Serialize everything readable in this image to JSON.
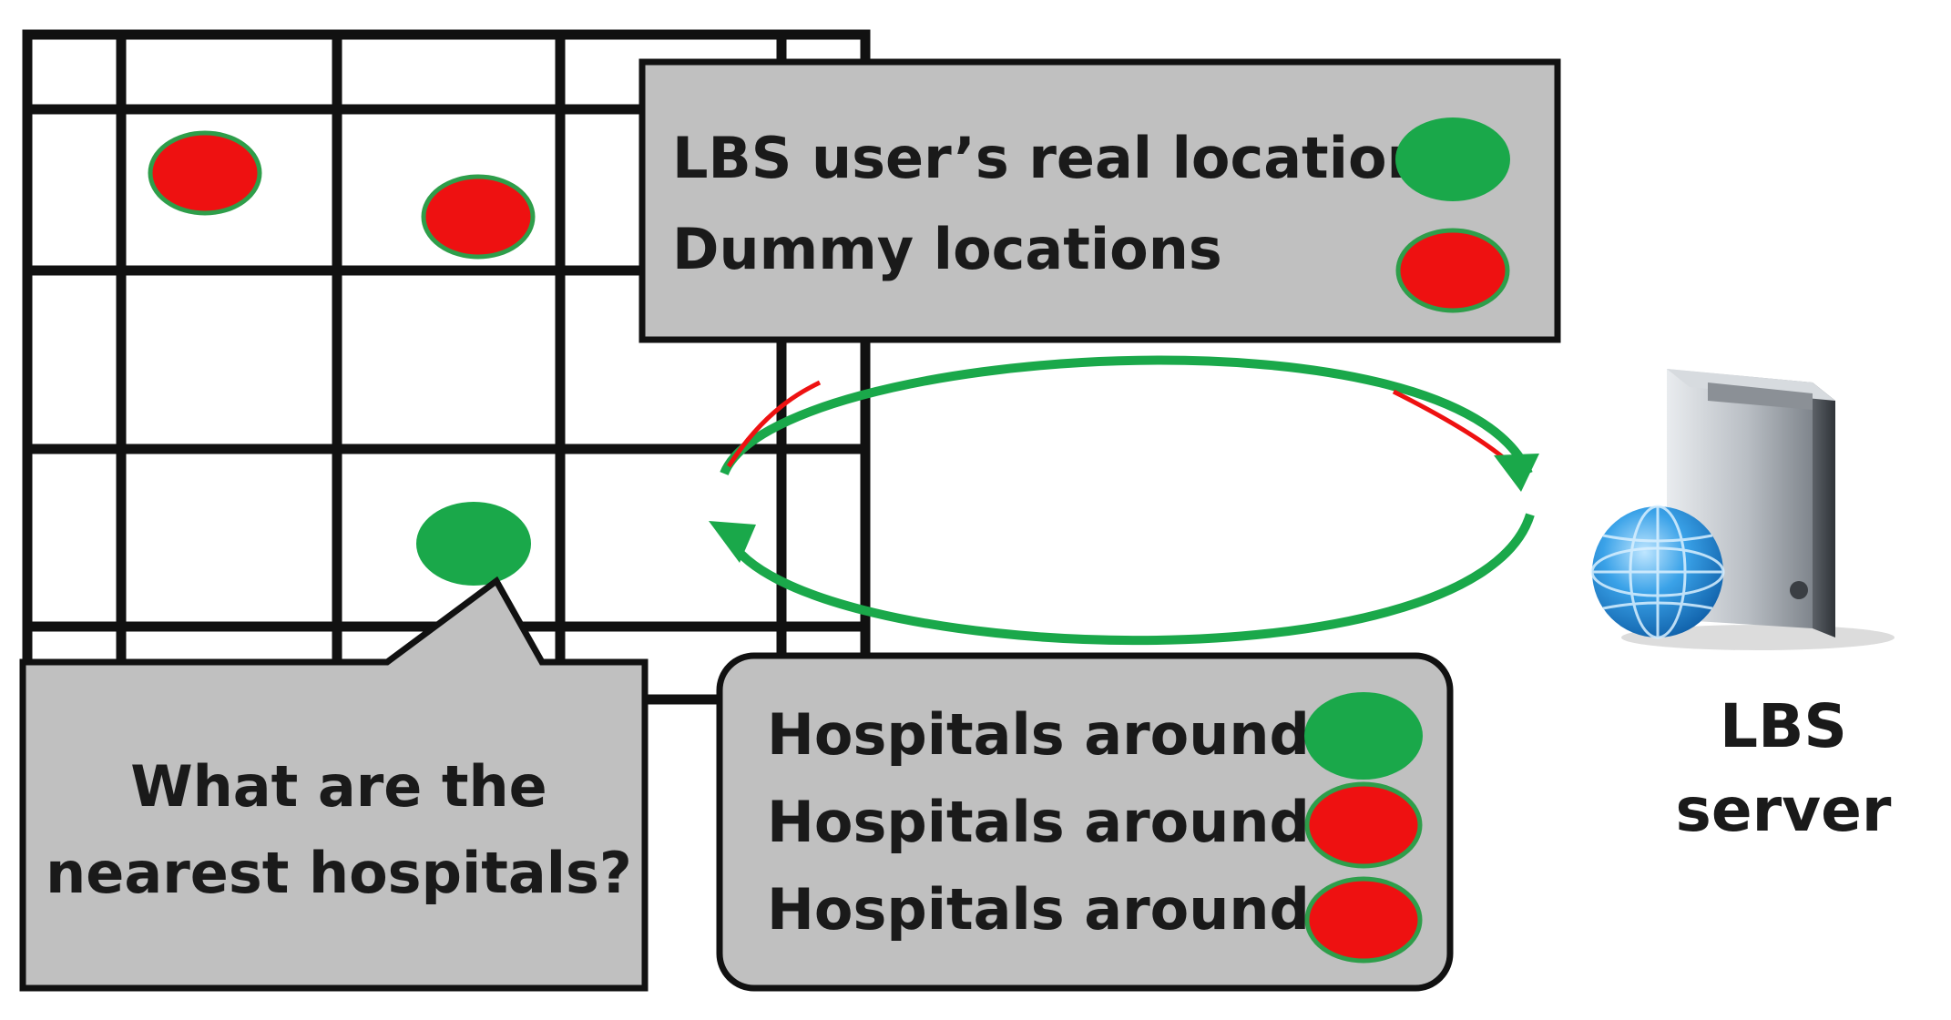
{
  "legend": {
    "real_label": "LBS user’s real location",
    "dummy_label": "Dummy locations"
  },
  "query": {
    "line1": "What are the",
    "line2": "nearest hospitals?"
  },
  "results": {
    "items": [
      {
        "label": "Hospitals around",
        "marker": "real"
      },
      {
        "label": "Hospitals around",
        "marker": "dummy"
      },
      {
        "label": "Hospitals around",
        "marker": "dummy"
      }
    ]
  },
  "server": {
    "line1": "LBS",
    "line2": "server"
  },
  "colors": {
    "real": "#1aa84a",
    "dummy": "#ee1111",
    "box_fill": "#c0c0c0",
    "stroke": "#111111"
  }
}
